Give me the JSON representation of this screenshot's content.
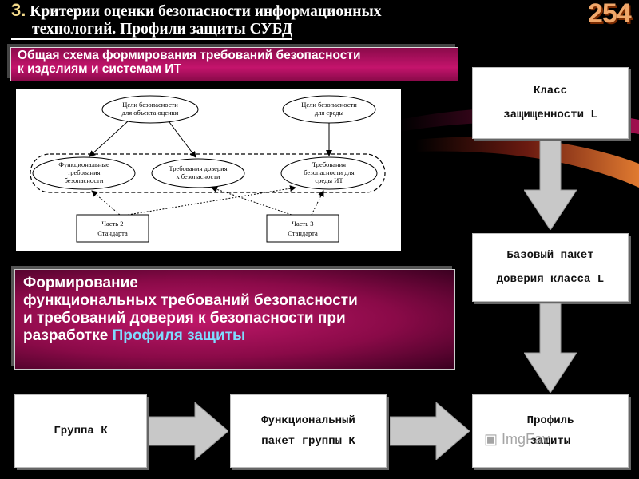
{
  "header": {
    "number": "3.",
    "title_line1": "Критерии оценки безопасности информационных",
    "title_line2": "технологий. Профили защиты СУБД",
    "page_number": "254"
  },
  "subtitle": {
    "line1": "Общая схема формирования требований безопасности",
    "line2": "к изделиям и системам ИТ"
  },
  "scheme": {
    "goals_object_l1": "Цели безопасности",
    "goals_object_l2": "для объекта оценки",
    "goals_env_l1": "Цели безопасности",
    "goals_env_l2": "для среды",
    "func_req_l1": "Функциональные",
    "func_req_l2": "требования",
    "func_req_l3": "безопасности",
    "trust_req_l1": "Требования доверия",
    "trust_req_l2": "к безопасности",
    "env_req_l1": "Требования",
    "env_req_l2": "безопасности для",
    "env_req_l3": "среды ИТ",
    "part2_l1": "Часть 2",
    "part2_l2": "Стандарта",
    "part3_l1": "Часть 3",
    "part3_l2": "Стандарта"
  },
  "info": {
    "line1": "Формирование",
    "line2": "функциональных требований безопасности",
    "line3": "и требований доверия к безопасности при",
    "line4_a": "разработке ",
    "line4_b": "Профиля защиты"
  },
  "flow": {
    "class_l1": "Класс",
    "class_l2": "защищенности L",
    "base_l1": "Базовый пакет",
    "base_l2": "доверия класса L",
    "group": "Группа К",
    "func_l1": "Функциональный",
    "func_l2": "пакет группы К",
    "profile_l1": "Профиль",
    "profile_l2": "защиты"
  },
  "watermark": "ImgFav",
  "colors": {
    "magenta": "#c4146c",
    "accent_cyan": "#7fdcff",
    "page_number": "#f0a76a",
    "arrow_gray": "#c8c8c8"
  }
}
